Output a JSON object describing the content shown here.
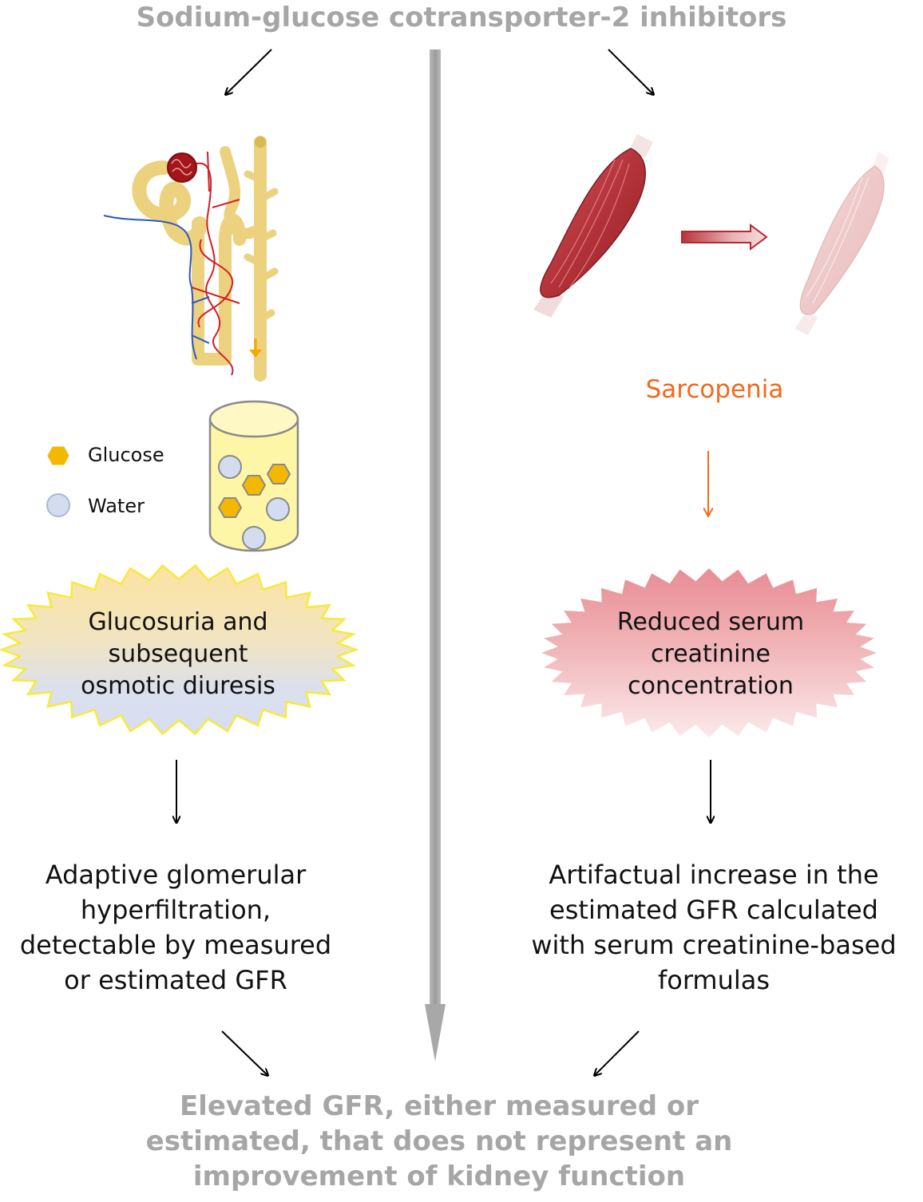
{
  "title": "Sodium-glucose cotransporter-2 inhibitors",
  "legend": {
    "glucose": "Glucose",
    "water": "Water"
  },
  "left": {
    "burst": [
      "Glucosuria and",
      "subsequent",
      "osmotic diuresis"
    ],
    "result": [
      "Adaptive glomerular",
      "hyperfiltration,",
      "detectable by measured",
      "or estimated GFR"
    ]
  },
  "right": {
    "sarcopenia": "Sarcopenia",
    "burst": [
      "Reduced serum",
      "creatinine",
      "concentration"
    ],
    "result": [
      "Artifactual increase in the",
      "estimated GFR calculated",
      "with serum creatinine-based",
      "formulas"
    ]
  },
  "footer": [
    "Elevated GFR, either measured or",
    "estimated, that does not represent an",
    "improvement of kidney function"
  ],
  "colors": {
    "heading_gray": "#a6a6a6",
    "sarcopenia_orange": "#f26a1b",
    "glucose_hex": "#f5b800",
    "water_circle": "#d4dcf0",
    "nephron_tube": "#ecd27e",
    "muscle_red": "#b5333a",
    "muscle_pale": "#edc6c6"
  }
}
